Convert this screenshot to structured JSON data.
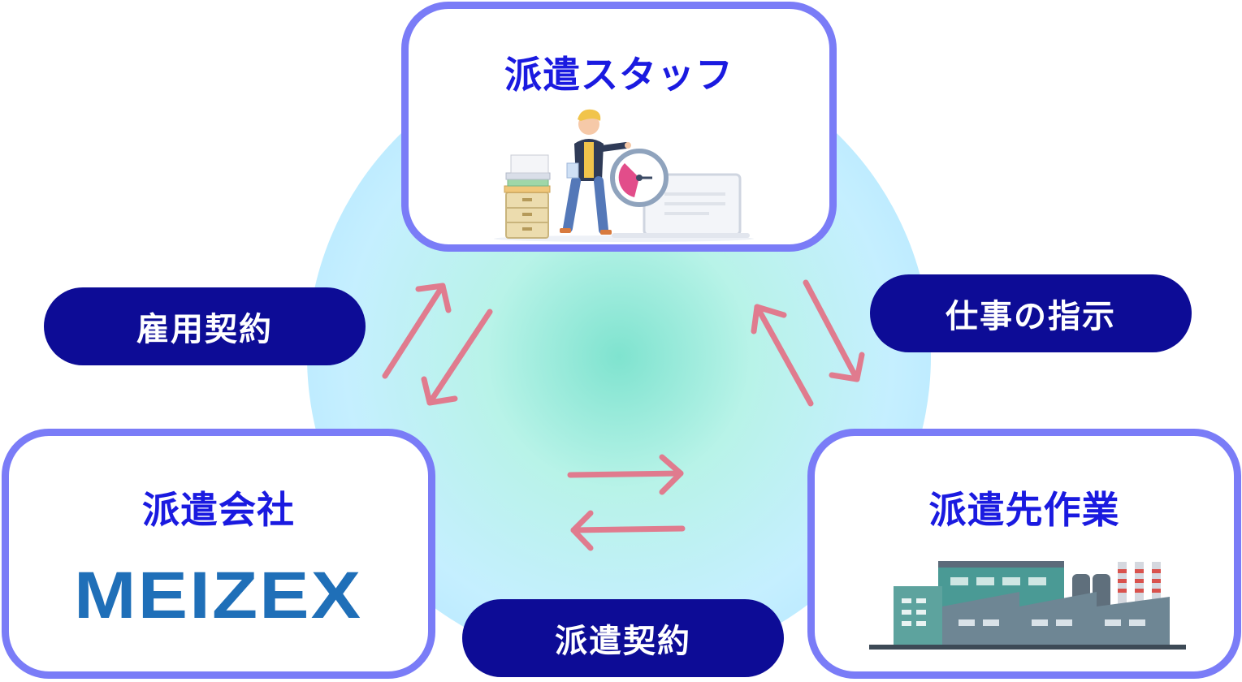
{
  "nodes": {
    "staff": {
      "title": "派遣スタッフ"
    },
    "agency": {
      "title": "派遣会社",
      "logo_text": "MEIZEX"
    },
    "client": {
      "title": "派遣先作業"
    }
  },
  "relations": {
    "employment": "雇用契約",
    "instruction": "仕事の指示",
    "dispatch": "派遣契約"
  },
  "colors": {
    "card_border": "#7a7cf7",
    "title_text": "#1a1ae0",
    "pill_bg": "#0d0c96",
    "arrow": "#e07b8e",
    "logo": "#1f6fb8"
  }
}
